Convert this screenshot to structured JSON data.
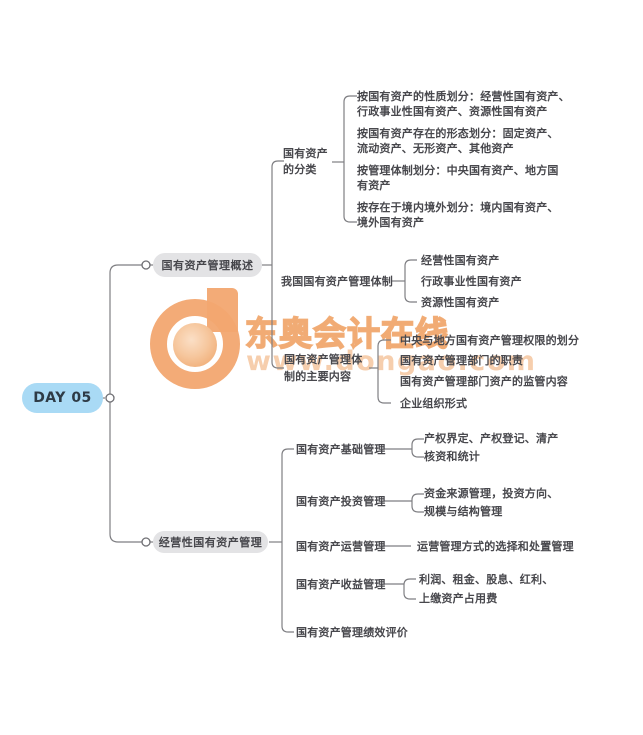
{
  "badge": {
    "label": "DAY 05",
    "bg_color": "#A9DAF5",
    "text_color": "#2E3B46"
  },
  "watermark": {
    "title": "东奥会计在线",
    "url": "www.dongao.com",
    "brand_color": "#F0A468"
  },
  "colors": {
    "line": "#7E7E82",
    "node_text": "#48484D",
    "branch_pill_bg": "#E3E3E5"
  },
  "mindmap": {
    "branch1": {
      "label": "国有资产管理概述",
      "children": [
        {
          "label": "国有资产\n的分类",
          "leaves": [
            "按国有资产的性质划分：经营性国有资产、\n行政事业性国有资产、资源性国有资产",
            "按国有资产存在的形态划分：固定资产、\n流动资产、无形资产、其他资产",
            "按管理体制划分：中央国有资产、地方国\n有资产",
            "按存在于境内境外划分：境内国有资产、\n境外国有资产"
          ]
        },
        {
          "label": "我国国有资产管理体制",
          "leaves": [
            "经营性国有资产",
            "行政事业性国有资产",
            "资源性国有资产"
          ]
        },
        {
          "label": "国有资产管理体\n制的主要内容",
          "leaves": [
            "中央与地方国有资产管理权限的划分",
            "国有资产管理部门的职责",
            "国有资产管理部门资产的监管内容",
            "企业组织形式"
          ]
        }
      ]
    },
    "branch2": {
      "label": "经营性国有资产管理",
      "children": [
        {
          "label": "国有资产基础管理",
          "leaves": [
            "产权界定、产权登记、清产\n核资和统计"
          ]
        },
        {
          "label": "国有资产投资管理",
          "leaves": [
            "资金来源管理，投资方向、\n规模与结构管理"
          ]
        },
        {
          "label": "国有资产运营管理",
          "leaves": [
            "运营管理方式的选择和处置管理"
          ]
        },
        {
          "label": "国有资产收益管理",
          "leaves": [
            "利润、租金、股息、红利、\n上缴资产占用费"
          ]
        },
        {
          "label": "国有资产管理绩效评价",
          "leaves": []
        }
      ]
    }
  }
}
